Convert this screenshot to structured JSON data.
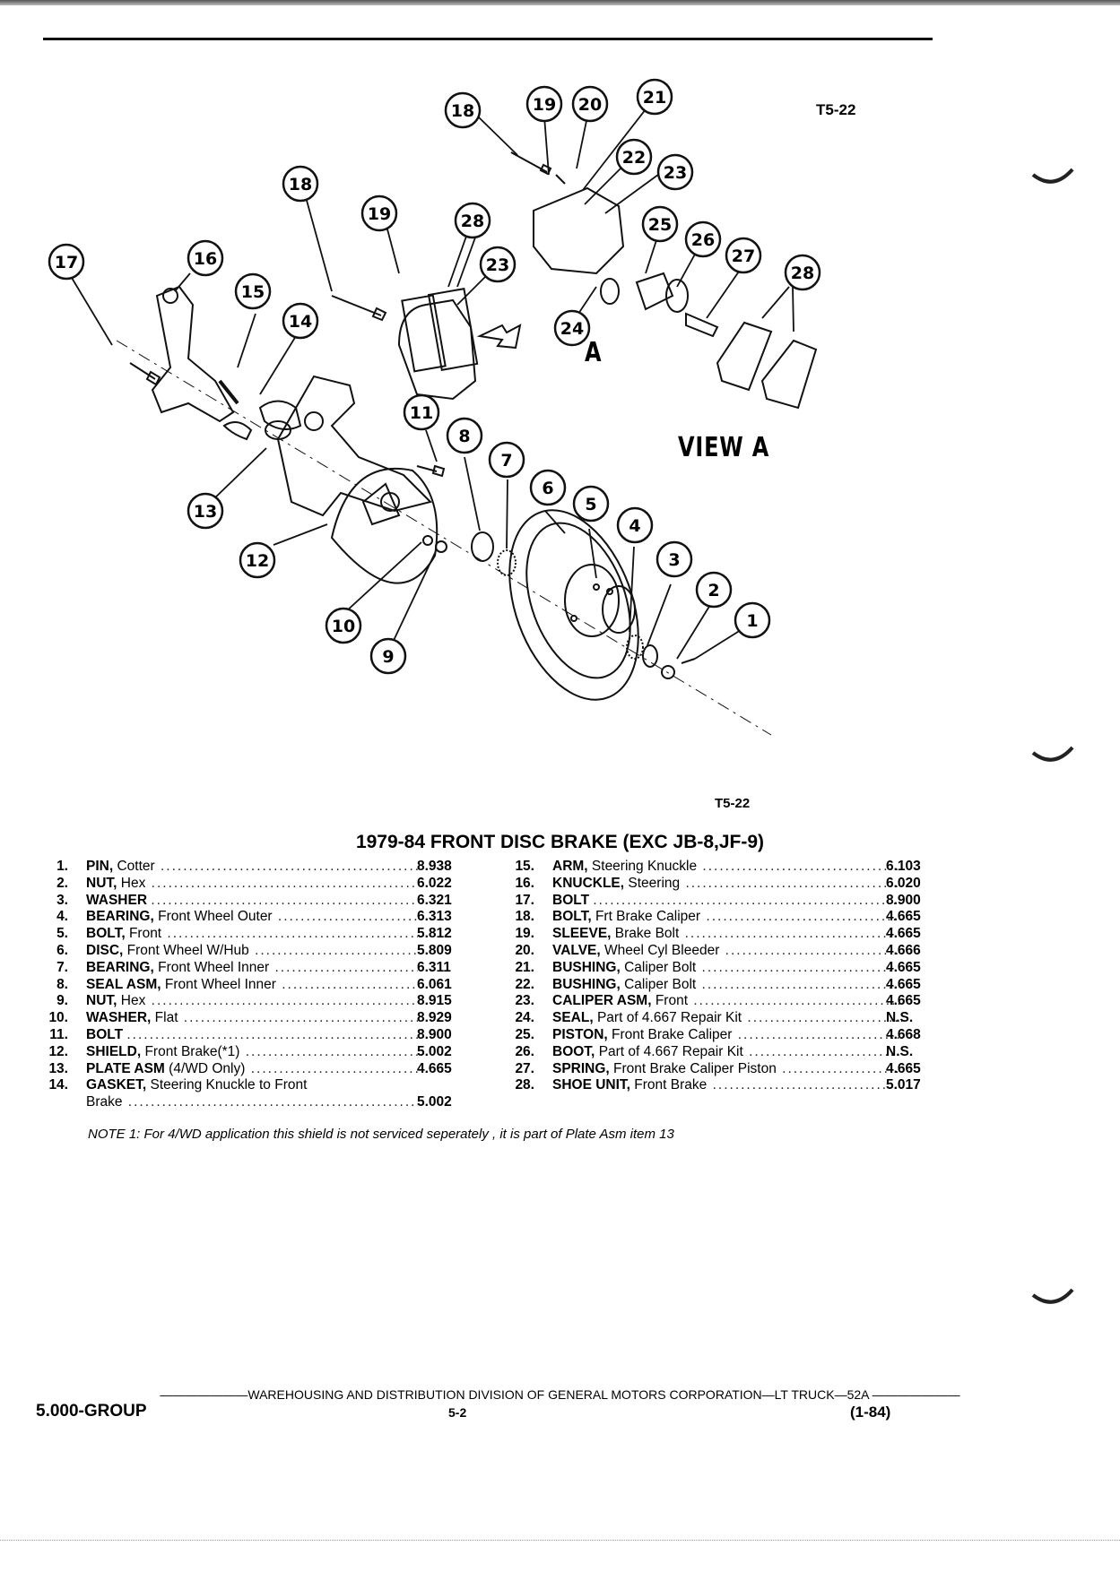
{
  "diagram": {
    "figure_ref_top": "T5-22",
    "figure_ref_bottom": "T5-22",
    "view_label": "VIEW A",
    "arrow_label": "A",
    "callouts": {
      "c18a": "18",
      "c19a": "19",
      "c20": "20",
      "c21": "21",
      "c22": "22",
      "c23a": "23",
      "c18b": "18",
      "c19b": "19",
      "c28a": "28",
      "c23b": "23",
      "c25": "25",
      "c26": "26",
      "c27": "27",
      "c28b": "28",
      "c24": "24",
      "c17": "17",
      "c16": "16",
      "c15": "15",
      "c14": "14",
      "c11": "11",
      "c8": "8",
      "c7": "7",
      "c6": "6",
      "c5": "5",
      "c4": "4",
      "c3": "3",
      "c2": "2",
      "c1": "1",
      "c13": "13",
      "c12": "12",
      "c10": "10",
      "c9": "9"
    }
  },
  "parts_title": "1979-84 FRONT DISC BRAKE (EXC JB-8,JF-9)",
  "parts_left": [
    {
      "num": "1.",
      "name": "PIN,",
      "desc": "Cotter",
      "group": "8.938"
    },
    {
      "num": "2.",
      "name": "NUT,",
      "desc": "Hex",
      "group": "6.022"
    },
    {
      "num": "3.",
      "name": "WASHER",
      "desc": "",
      "group": "6.321"
    },
    {
      "num": "4.",
      "name": "BEARING,",
      "desc": "Front Wheel Outer",
      "group": "6.313"
    },
    {
      "num": "5.",
      "name": "BOLT,",
      "desc": "Front",
      "group": "5.812"
    },
    {
      "num": "6.",
      "name": "DISC,",
      "desc": "Front Wheel W/Hub",
      "group": "5.809"
    },
    {
      "num": "7.",
      "name": "BEARING,",
      "desc": "Front Wheel Inner",
      "group": "6.311"
    },
    {
      "num": "8.",
      "name": "SEAL ASM,",
      "desc": "Front Wheel Inner",
      "group": "6.061"
    },
    {
      "num": "9.",
      "name": "NUT,",
      "desc": "Hex",
      "group": "8.915"
    },
    {
      "num": "10.",
      "name": "WASHER,",
      "desc": "Flat",
      "group": "8.929"
    },
    {
      "num": "11.",
      "name": "BOLT",
      "desc": "",
      "group": "8.900"
    },
    {
      "num": "12.",
      "name": "SHIELD,",
      "desc": "Front Brake(*1)",
      "group": "5.002"
    },
    {
      "num": "13.",
      "name": "PLATE ASM",
      "desc": "(4/WD Only)",
      "group": "4.665"
    },
    {
      "num": "14.",
      "name": "GASKET,",
      "desc": "Steering Knuckle to Front",
      "group": ""
    },
    {
      "num": "",
      "name": "",
      "desc": "Brake",
      "group": "5.002"
    }
  ],
  "parts_right": [
    {
      "num": "15.",
      "name": "ARM,",
      "desc": "Steering Knuckle",
      "group": "6.103"
    },
    {
      "num": "16.",
      "name": "KNUCKLE,",
      "desc": "Steering",
      "group": "6.020"
    },
    {
      "num": "17.",
      "name": "BOLT",
      "desc": "",
      "group": "8.900"
    },
    {
      "num": "18.",
      "name": "BOLT,",
      "desc": "Frt Brake Caliper",
      "group": "4.665"
    },
    {
      "num": "19.",
      "name": "SLEEVE,",
      "desc": "Brake Bolt",
      "group": "4.665"
    },
    {
      "num": "20.",
      "name": "VALVE,",
      "desc": "Wheel Cyl Bleeder",
      "group": "4.666"
    },
    {
      "num": "21.",
      "name": "BUSHING,",
      "desc": "Caliper Bolt",
      "group": "4.665"
    },
    {
      "num": "22.",
      "name": "BUSHING,",
      "desc": "Caliper Bolt",
      "group": "4.665"
    },
    {
      "num": "23.",
      "name": "CALIPER ASM,",
      "desc": "Front",
      "group": "4.665"
    },
    {
      "num": "24.",
      "name": "SEAL,",
      "desc": "Part of 4.667 Repair Kit",
      "group": "N.S."
    },
    {
      "num": "25.",
      "name": "PISTON,",
      "desc": "Front Brake Caliper",
      "group": "4.668"
    },
    {
      "num": "26.",
      "name": "BOOT,",
      "desc": "Part of 4.667 Repair Kit",
      "group": "N.S."
    },
    {
      "num": "27.",
      "name": "SPRING,",
      "desc": "Front Brake Caliper Piston",
      "group": "4.665"
    },
    {
      "num": "28.",
      "name": "SHOE UNIT,",
      "desc": "Front Brake",
      "group": "5.017"
    }
  ],
  "note": "NOTE 1: For 4/WD application this shield is not serviced seperately , it is part of Plate Asm item  13",
  "footer": {
    "center": "———————WAREHOUSING AND DISTRIBUTION  DIVISION OF GENERAL MOTORS CORPORATION—LT TRUCK—52A ———————",
    "left": "5.000-GROUP",
    "page": "5-2",
    "right": "(1-84)"
  }
}
